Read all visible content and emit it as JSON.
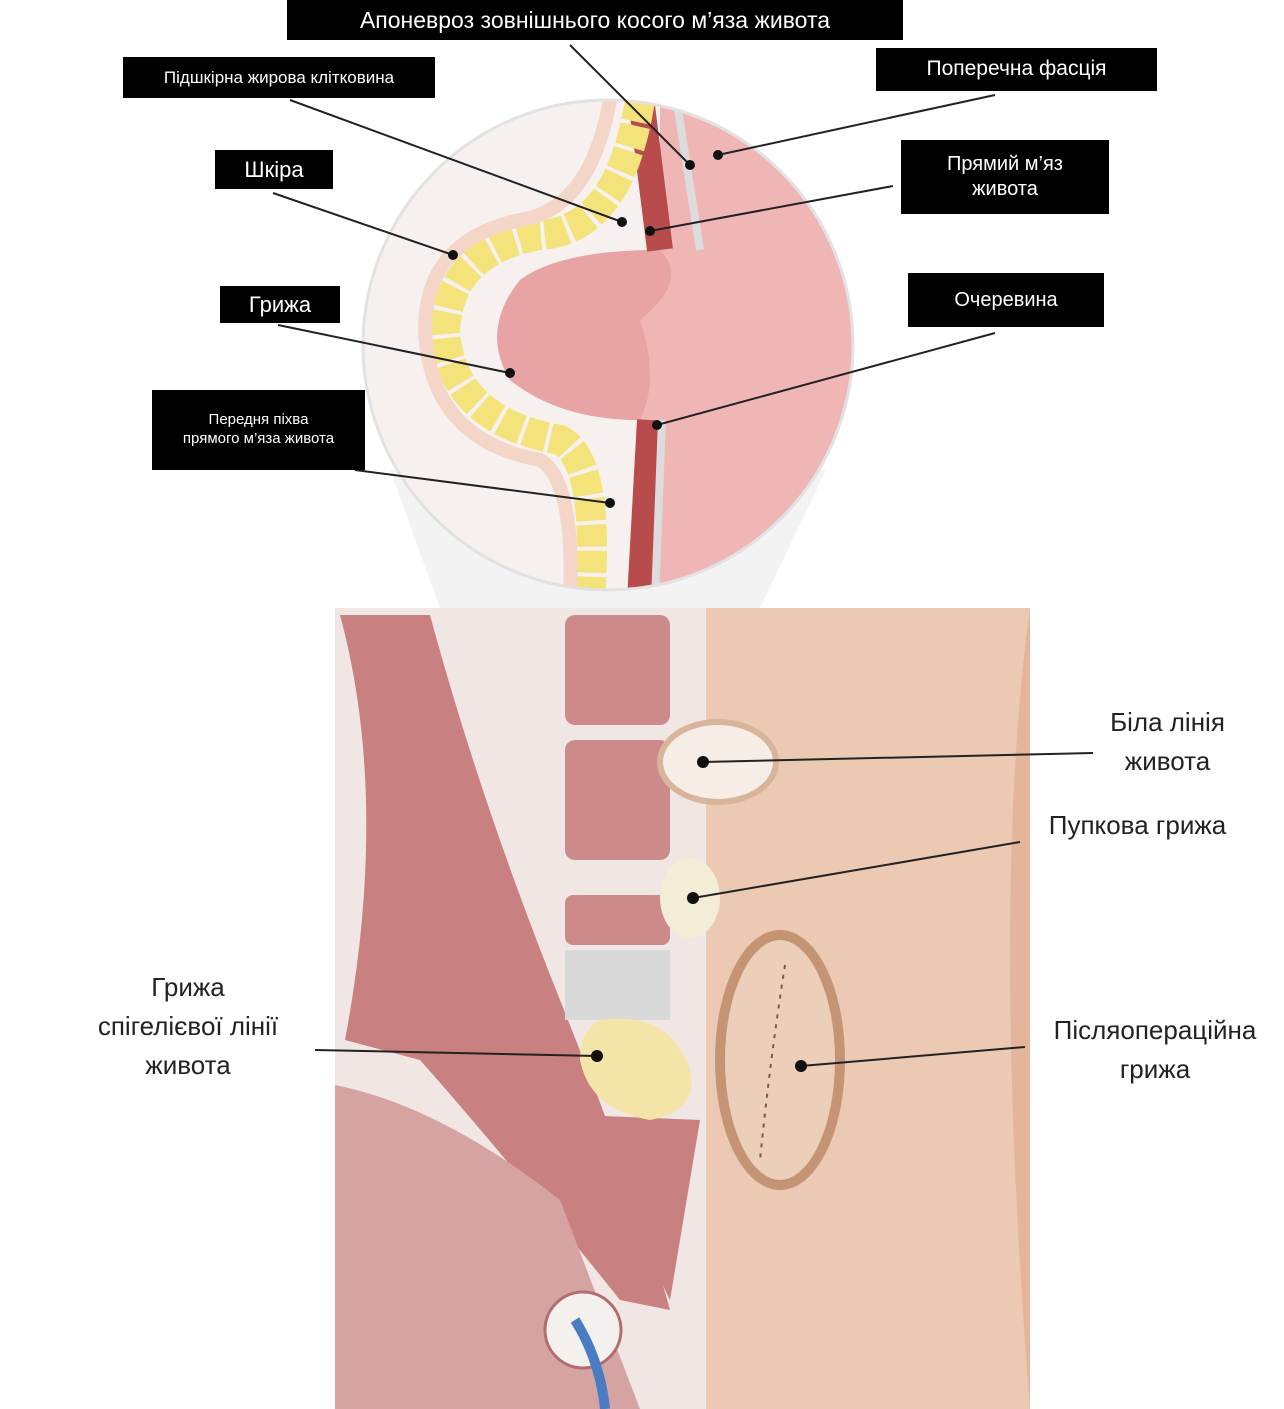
{
  "title": "Види гриж передньої черевної стінки",
  "callouts_top": {
    "aponeurosis": "Апоневроз зовнішнього косого м’яза живота",
    "subcutaneous_fat": "Підшкірна жирова клітковина",
    "transverse_fascia": "Поперечна фасція",
    "skin": "Шкіра",
    "rectus_muscle": [
      "Прямий м’яз",
      "живота"
    ],
    "hernia": "Грижа",
    "peritoneum": "Очеревина",
    "anterior_sheath": [
      "Передня піхва",
      "прямого м’яза живота"
    ]
  },
  "callouts_bottom": {
    "linea_alba": [
      "Біла лінія",
      "живота"
    ],
    "umbilical": [
      "Пупкова грижа"
    ],
    "spigelian": [
      "Грижа",
      "спігелієвої лінії",
      "живота"
    ],
    "incisional": [
      "Післяопераційна",
      "грижа"
    ]
  },
  "colors": {
    "label_bg": "#000000",
    "muscle": "#c98080",
    "skin": "#ecc9b3",
    "fat": "#f4e27a",
    "hernia_sac": "#e8a3a5"
  }
}
